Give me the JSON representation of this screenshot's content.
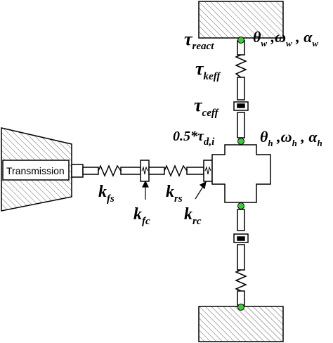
{
  "labels": {
    "transmission": "Transmission",
    "tau_react": "τ",
    "tau_react_sub": "react",
    "tau_keff": "τ",
    "tau_keff_sub": "keff",
    "tau_ceff": "τ",
    "tau_ceff_sub": "ceff",
    "theta_w": "θ",
    "theta_w_sub": "w",
    "omega_w": "ω",
    "omega_w_sub": "w",
    "alpha_w": "α",
    "alpha_w_sub": "w",
    "half_tau": "0.5*τ",
    "half_tau_sub": "d,i",
    "theta_h": "θ",
    "theta_h_sub": "h",
    "omega_h": "ω",
    "omega_h_sub": "h",
    "alpha_h": "α",
    "alpha_h_sub": "h",
    "k_fs": "k",
    "k_fs_sub": "fs",
    "k_rs": "k",
    "k_rs_sub": "rs",
    "k_fc": "k",
    "k_fc_sub": "fc",
    "k_rc": "k",
    "k_rc_sub": "rc",
    "sep": ","
  },
  "colors": {
    "node": "#3ec83e",
    "line": "#000000",
    "hatch": "#555555"
  }
}
